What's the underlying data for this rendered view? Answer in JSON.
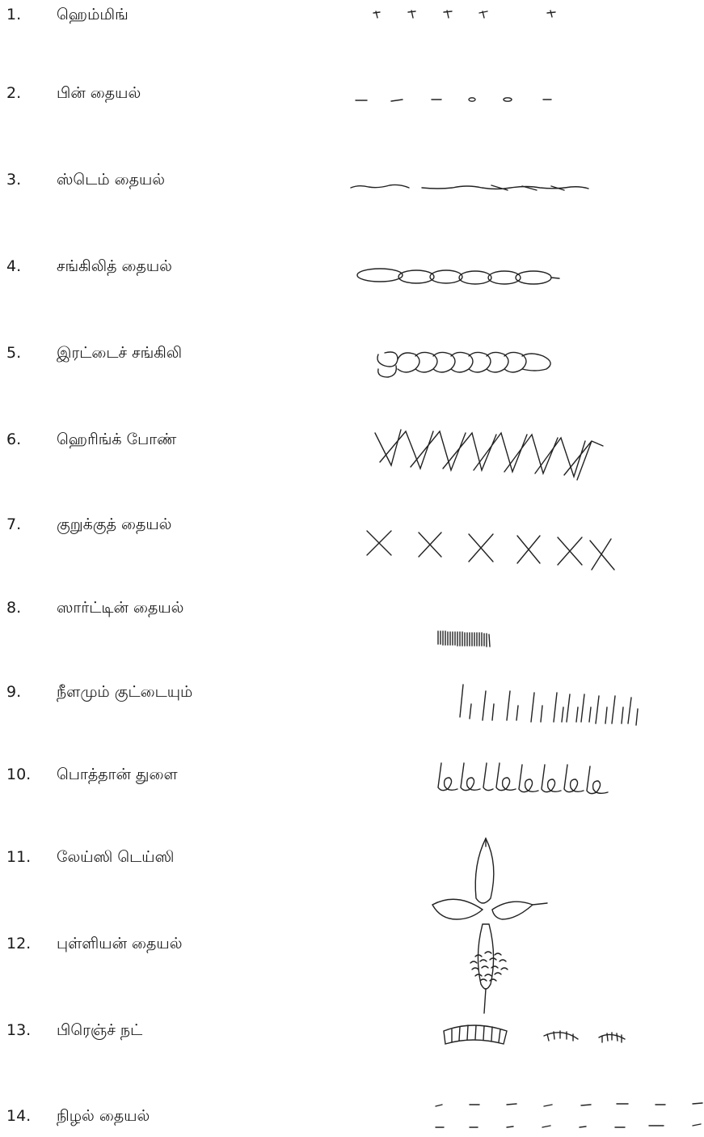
{
  "stitches": [
    {
      "number": "1.",
      "name": "ஹெம்மிங்",
      "illustration": "hemming-stitch-illustration"
    },
    {
      "number": "2.",
      "name": "பின் தையல்",
      "illustration": "back-stitch-illustration"
    },
    {
      "number": "3.",
      "name": "ஸ்டெம் தையல்",
      "illustration": "stem-stitch-illustration"
    },
    {
      "number": "4.",
      "name": "சங்கிலித் தையல்",
      "illustration": "chain-stitch-illustration"
    },
    {
      "number": "5.",
      "name": "இரட்டைச் சங்கிலி",
      "illustration": "double-chain-stitch-illustration"
    },
    {
      "number": "6.",
      "name": "ஹெரிங்க் போண்",
      "illustration": "herringbone-stitch-illustration"
    },
    {
      "number": "7.",
      "name": "குறுக்குத் தையல்",
      "illustration": "cross-stitch-illustration"
    },
    {
      "number": "8.",
      "name": "ஸார்ட்டின் தையல்",
      "illustration": "satin-stitch-illustration"
    },
    {
      "number": "9.",
      "name": "நீளமும் குட்டையும்",
      "illustration": "long-and-short-stitch-illustration"
    },
    {
      "number": "10.",
      "name": "பொத்தான் துளை",
      "illustration": "buttonhole-stitch-illustration"
    },
    {
      "number": "11.",
      "name": "லேய்ஸி டெய்ஸி",
      "illustration": "lazy-daisy-stitch-illustration"
    },
    {
      "number": "12.",
      "name": "புள்ளியன் தையல்",
      "illustration": "bullion-stitch-illustration"
    },
    {
      "number": "13.",
      "name": "பிரெஞ்ச் நட்",
      "illustration": "french-knot-illustration"
    },
    {
      "number": "14.",
      "name": "நிழல் தையல்",
      "illustration": "shadow-stitch-illustration"
    }
  ]
}
